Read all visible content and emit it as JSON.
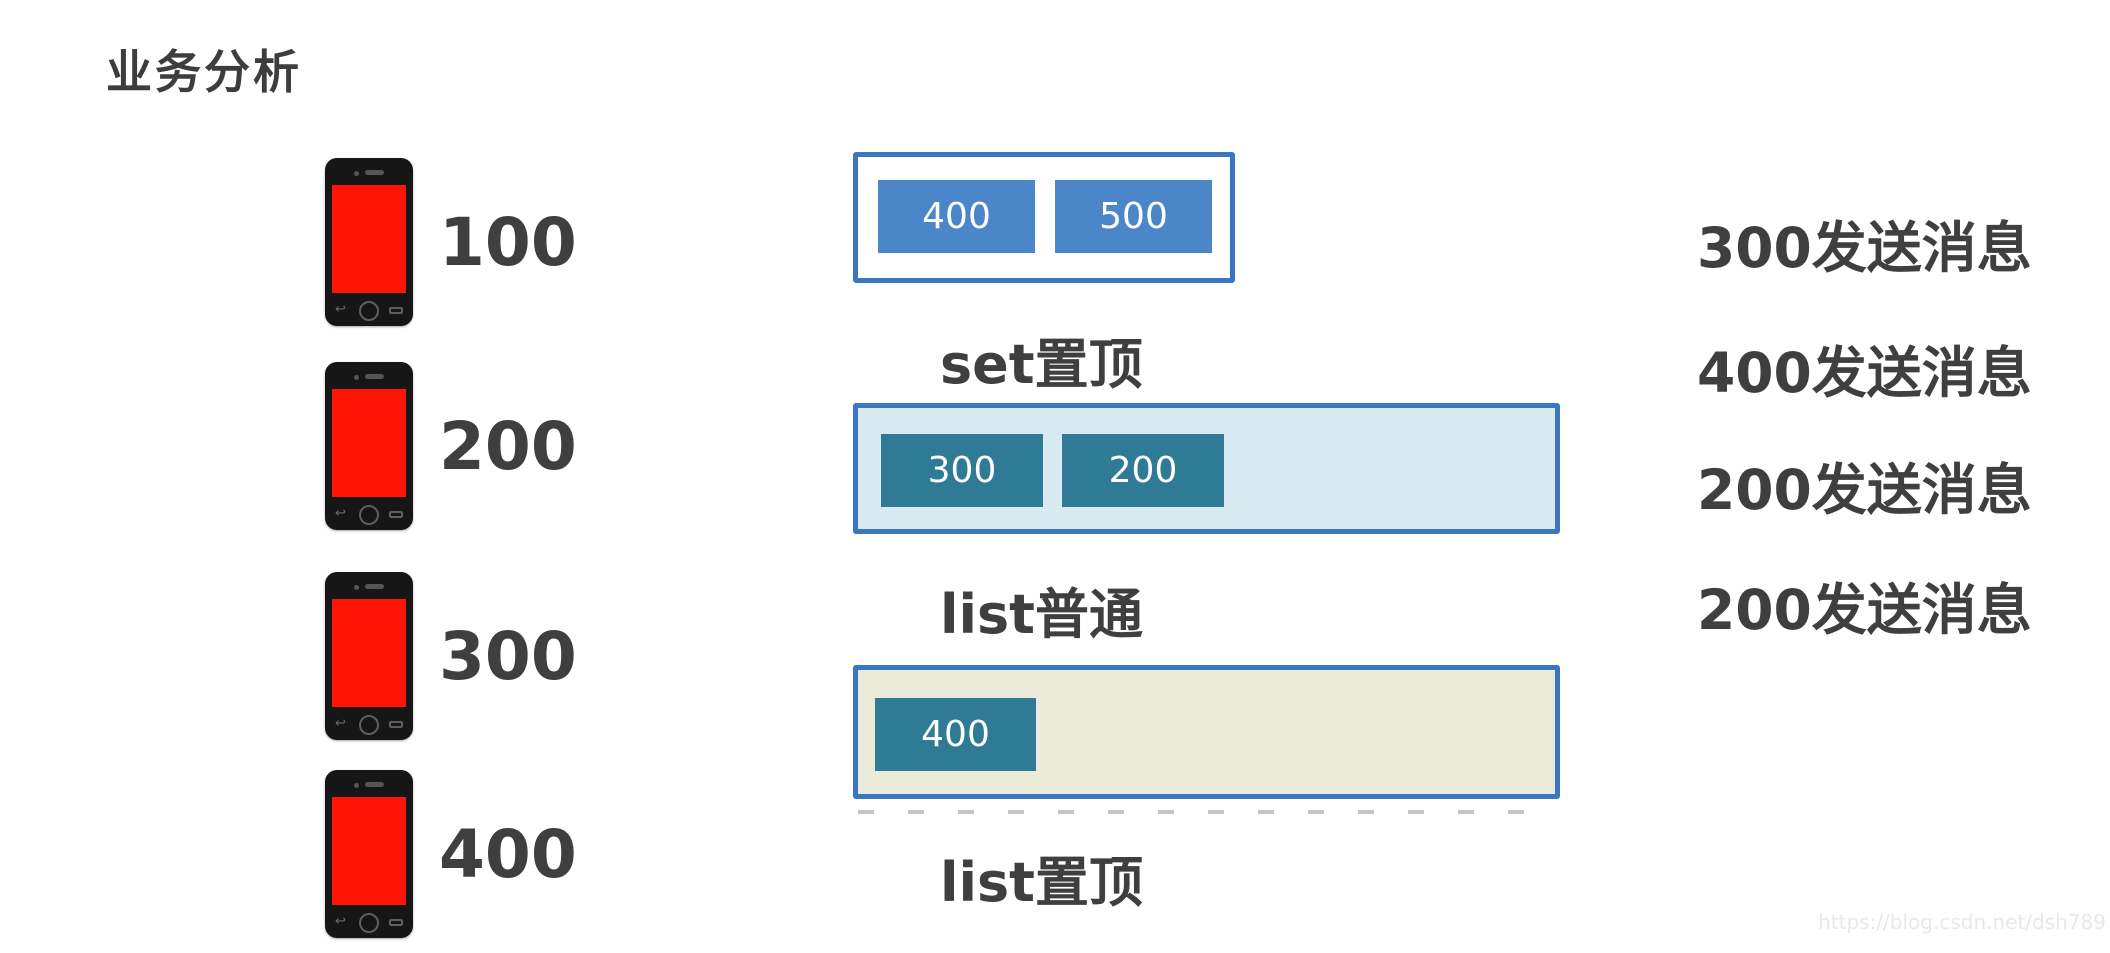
{
  "page": {
    "title": "业务分析",
    "watermark": "https://blog.csdn.net/dsh789"
  },
  "phones": [
    {
      "label": "100"
    },
    {
      "label": "200"
    },
    {
      "label": "300"
    },
    {
      "label": "400"
    }
  ],
  "containers": [
    {
      "label": "set置顶",
      "items": [
        "400",
        "500"
      ]
    },
    {
      "label": "list普通",
      "items": [
        "300",
        "200"
      ]
    },
    {
      "label": "list置顶",
      "items": [
        "400"
      ]
    }
  ],
  "messages": [
    {
      "text": "300发送消息"
    },
    {
      "text": "400发送消息"
    },
    {
      "text": "200发送消息"
    },
    {
      "text": "200发送消息"
    }
  ],
  "colors": {
    "text_dark": "#3f3f3f",
    "border_blue": "#3a76c2",
    "chip_blue": "#4a86c8",
    "chip_teal": "#2f7b96",
    "container_lightblue": "#d9eaf2",
    "container_cream": "#ebebda",
    "phone_screen_red": "#ff1505",
    "phone_body": "#161616"
  }
}
